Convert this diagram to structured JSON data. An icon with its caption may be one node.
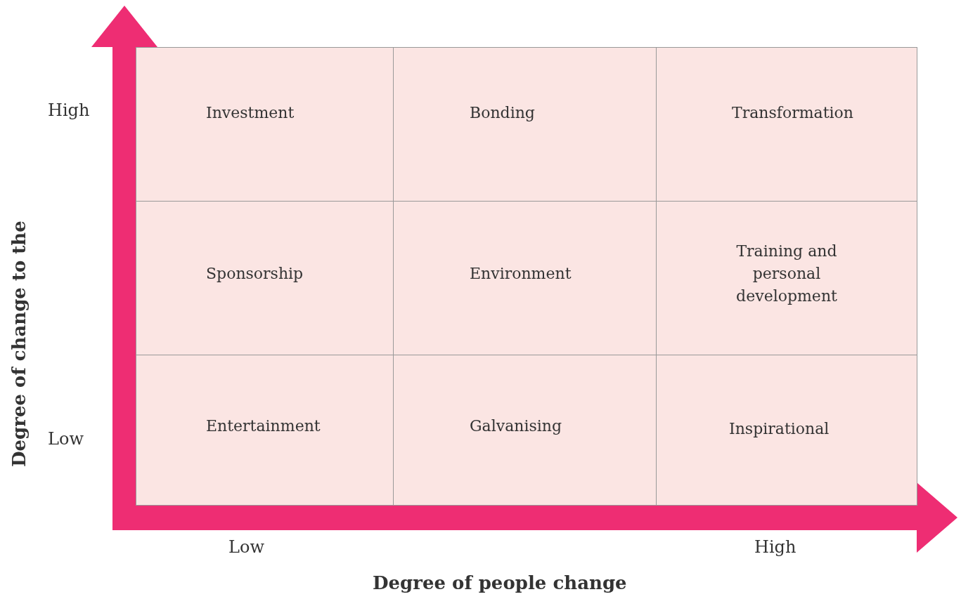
{
  "diagram": {
    "nodes": [
      {
        "text": [
          "Investment"
        ]
      },
      {
        "text": [
          "Bonding"
        ]
      },
      {
        "text": [
          "Transformation"
        ]
      },
      {
        "text": [
          "Sponsorship"
        ]
      },
      {
        "text": [
          "Environment"
        ]
      },
      {
        "text": [
          "Training and personal development"
        ]
      },
      {
        "text": [
          "Entertainment"
        ]
      },
      {
        "text": [
          "Galvanising"
        ]
      },
      {
        "text": [
          "Inspirational"
        ]
      }
    ],
    "labels": [
      "Degree of change to the",
      "High",
      "Low",
      "Low",
      "High",
      "Degree of people change"
    ]
  }
}
